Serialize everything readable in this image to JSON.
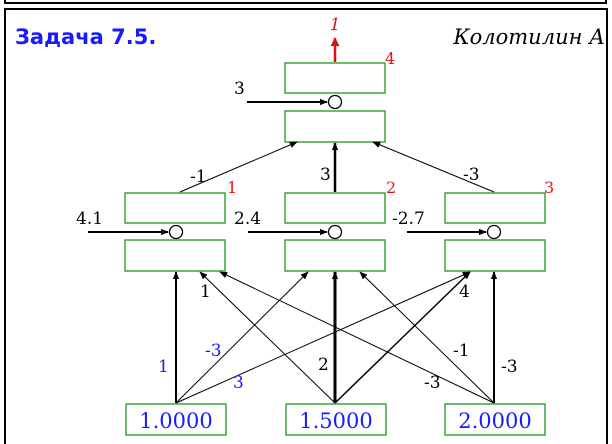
{
  "header": {
    "title": "Задача 7.5.",
    "author": "Колотилин А"
  },
  "colors": {
    "title": "#1a1aff",
    "box_border": "#2ea02e",
    "index_label": "#ee1111",
    "input_label": "#1a1aff",
    "blue_weight": "#1a1aff",
    "output_arrow": "#dd1111",
    "line": "#000000"
  },
  "output": {
    "value": "1"
  },
  "neurons": [
    {
      "index": "1",
      "bias": "4.1"
    },
    {
      "index": "2",
      "bias": "2.4"
    },
    {
      "index": "3",
      "bias": "-2.7"
    },
    {
      "index": "4",
      "bias": "3"
    }
  ],
  "hidden_to_output_weights": [
    "-1",
    "3",
    "-3"
  ],
  "input_weights": {
    "i1_to_h1": "1",
    "i1_to_h2": "-3",
    "i1_to_h3": "3",
    "i2_to_h1": "1",
    "i2_to_h2": "2",
    "i2_to_h3": "4",
    "i3_to_h1": "-3",
    "i3_to_h2": "-1",
    "i3_to_h3": "-3"
  },
  "inputs": [
    "1.0000",
    "1.5000",
    "2.0000"
  ]
}
